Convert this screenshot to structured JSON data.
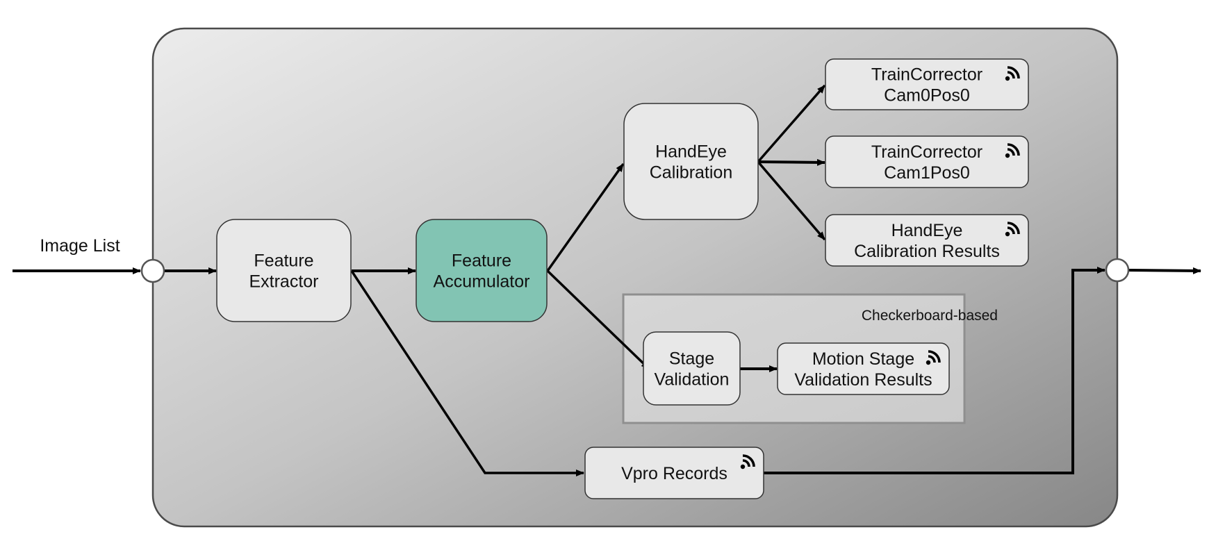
{
  "diagram": {
    "input_label": "Image List",
    "group_label": "Checkerboard-based",
    "colors": {
      "node_fill": "#e8e8e8",
      "highlight_fill": "#82c4b3",
      "group_fill": "#d2d2d2",
      "outer_gradient_start": "#ececec",
      "outer_gradient_end": "#8a8a8a",
      "edge": "#000000"
    },
    "nodes": [
      {
        "id": "feature-extractor",
        "lines": [
          "Feature",
          "Extractor"
        ],
        "highlight": false,
        "output_icon": false
      },
      {
        "id": "feature-accumulator",
        "lines": [
          "Feature",
          "Accumulator"
        ],
        "highlight": true,
        "output_icon": false
      },
      {
        "id": "handeye-calibration",
        "lines": [
          "HandEye",
          "Calibration"
        ],
        "highlight": false,
        "output_icon": false
      },
      {
        "id": "traincorrector-cam0pos0",
        "lines": [
          "TrainCorrector",
          "Cam0Pos0"
        ],
        "highlight": false,
        "output_icon": true
      },
      {
        "id": "traincorrector-cam1pos0",
        "lines": [
          "TrainCorrector",
          "Cam1Pos0"
        ],
        "highlight": false,
        "output_icon": true
      },
      {
        "id": "handeye-calibration-results",
        "lines": [
          "HandEye",
          "Calibration Results"
        ],
        "highlight": false,
        "output_icon": true
      },
      {
        "id": "stage-validation",
        "lines": [
          "Stage",
          "Validation"
        ],
        "highlight": false,
        "output_icon": false
      },
      {
        "id": "motion-stage-validation-results",
        "lines": [
          "Motion Stage",
          "Validation Results"
        ],
        "highlight": false,
        "output_icon": true
      },
      {
        "id": "vpro-records",
        "lines": [
          "Vpro Records"
        ],
        "highlight": false,
        "output_icon": true
      }
    ],
    "edges": [
      {
        "from": "input",
        "to": "feature-extractor"
      },
      {
        "from": "feature-extractor",
        "to": "feature-accumulator"
      },
      {
        "from": "feature-extractor",
        "to": "vpro-records"
      },
      {
        "from": "feature-accumulator",
        "to": "handeye-calibration"
      },
      {
        "from": "feature-accumulator",
        "to": "stage-validation"
      },
      {
        "from": "handeye-calibration",
        "to": "traincorrector-cam0pos0"
      },
      {
        "from": "handeye-calibration",
        "to": "traincorrector-cam1pos0"
      },
      {
        "from": "handeye-calibration",
        "to": "handeye-calibration-results"
      },
      {
        "from": "stage-validation",
        "to": "motion-stage-validation-results"
      },
      {
        "from": "vpro-records",
        "to": "output"
      }
    ]
  }
}
